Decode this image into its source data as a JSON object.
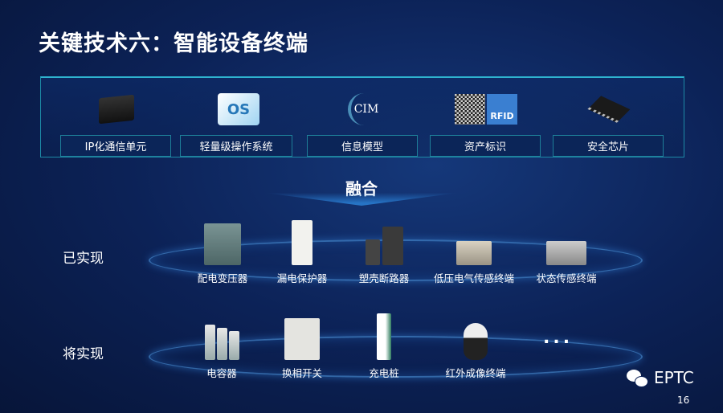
{
  "title": "关键技术六：智能设备终端",
  "technologies": [
    {
      "label": "IP化通信单元",
      "icon": "comm-module-icon"
    },
    {
      "label": "轻量级操作系统",
      "icon": "os-icon",
      "icon_text": "OS"
    },
    {
      "label": "信息模型",
      "icon": "cim-icon",
      "icon_text": "CIM"
    },
    {
      "label": "资产标识",
      "icon": "qr-rfid-icon",
      "icon_text": "RFID"
    },
    {
      "label": "安全芯片",
      "icon": "chip-icon"
    }
  ],
  "fusion_label": "融合",
  "implemented": {
    "label": "已实现",
    "items": [
      "配电变压器",
      "漏电保护器",
      "塑壳断路器",
      "低压电气传感终端",
      "状态传感终端"
    ]
  },
  "planned": {
    "label": "将实现",
    "items": [
      "电容器",
      "换相开关",
      "充电桩",
      "红外成像终端"
    ],
    "more": "..."
  },
  "footer": {
    "brand": "EPTC",
    "page": "16"
  },
  "colors": {
    "background": "#0c2257",
    "border": "#1d8aa6",
    "ring": "#3f7fc4"
  }
}
